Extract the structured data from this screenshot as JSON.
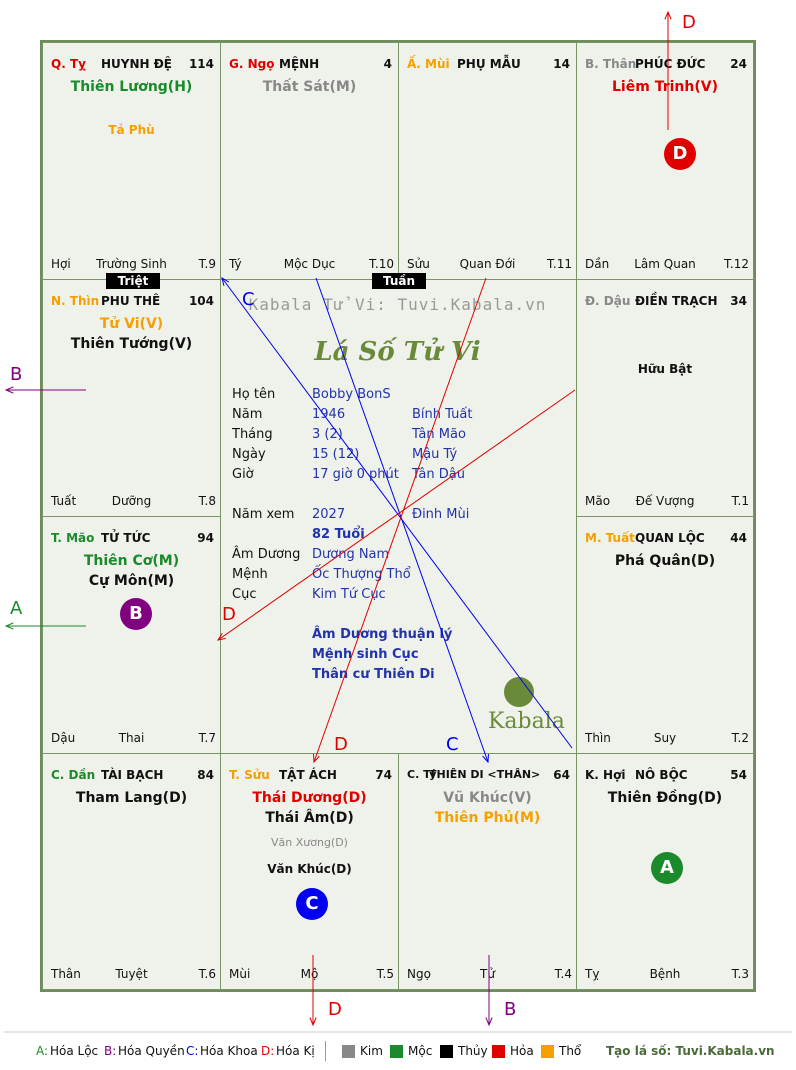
{
  "watermark": "Kabala Tử Vi: Tuvi.Kabala.vn",
  "logo_text": "Lá Số Tử Vi",
  "brand": "Kabala",
  "colors": {
    "kim": "#888888",
    "moc": "#1a8a2a",
    "thuy": "#000000",
    "hoa": "#e00000",
    "tho": "#f5a000"
  },
  "palaces": [
    {
      "branch": "Q. Tỵ",
      "branch_color": "#e00000",
      "name": "HUYNH ĐỆ",
      "num": "114",
      "stars": [
        {
          "t": "Thiên Lương(H)",
          "c": "#1a8a2a"
        }
      ],
      "minor": [
        {
          "t": "Tả Phù",
          "c": "#f5a000"
        }
      ],
      "f1": "Hợi",
      "f2": "Trường Sinh",
      "f3": "T.9"
    },
    {
      "branch": "G. Ngọ",
      "branch_color": "#e00000",
      "name": "MỆNH",
      "num": "4",
      "stars": [
        {
          "t": "Thất Sát(M)",
          "c": "#888888"
        }
      ],
      "minor": [],
      "f1": "Tý",
      "f2": "Mộc Dục",
      "f3": "T.10"
    },
    {
      "branch": "Ấ. Mùi",
      "branch_color": "#f5a000",
      "name": "PHỤ MẪU",
      "num": "14",
      "stars": [],
      "minor": [],
      "f1": "Sửu",
      "f2": "Quan Đới",
      "f3": "T.11"
    },
    {
      "branch": "B. Thân",
      "branch_color": "#888888",
      "name": "PHÚC ĐỨC",
      "num": "24",
      "stars": [
        {
          "t": "Liêm Trinh(V)",
          "c": "#e00000"
        }
      ],
      "minor": [],
      "f1": "Dần",
      "f2": "Lâm Quan",
      "f3": "T.12"
    },
    {
      "branch": "N. Thìn",
      "branch_color": "#f5a000",
      "name": "PHU THÊ",
      "num": "104",
      "stars": [
        {
          "t": "Tử Vi(V)",
          "c": "#f5a000"
        },
        {
          "t": "Thiên Tướng(V)",
          "c": "#111111"
        }
      ],
      "minor": [],
      "f1": "Tuất",
      "f2": "Dưỡng",
      "f3": "T.8"
    },
    {
      "branch": "Đ. Dậu",
      "branch_color": "#888888",
      "name": "ĐIỀN TRẠCH",
      "num": "34",
      "stars": [],
      "minor": [
        {
          "t": "Hữu Bật",
          "c": "#111111"
        }
      ],
      "f1": "Mão",
      "f2": "Đế Vượng",
      "f3": "T.1"
    },
    {
      "branch": "T. Mão",
      "branch_color": "#1a8a2a",
      "name": "TỬ TỨC",
      "num": "94",
      "stars": [
        {
          "t": "Thiên Cơ(M)",
          "c": "#1a8a2a"
        },
        {
          "t": "Cự Môn(M)",
          "c": "#111111"
        }
      ],
      "minor": [],
      "f1": "Dậu",
      "f2": "Thai",
      "f3": "T.7"
    },
    {
      "branch": "M. Tuất",
      "branch_color": "#f5a000",
      "name": "QUAN LỘC",
      "num": "44",
      "stars": [
        {
          "t": "Phá Quân(D)",
          "c": "#111111"
        }
      ],
      "minor": [],
      "f1": "Thìn",
      "f2": "Suy",
      "f3": "T.2"
    },
    {
      "branch": "C. Dần",
      "branch_color": "#1a8a2a",
      "name": "TÀI BẠCH",
      "num": "84",
      "stars": [
        {
          "t": "Tham Lang(D)",
          "c": "#111111"
        }
      ],
      "minor": [],
      "f1": "Thân",
      "f2": "Tuyệt",
      "f3": "T.6"
    },
    {
      "branch": "T. Sửu",
      "branch_color": "#f5a000",
      "name": "TẬT ÁCH",
      "num": "74",
      "stars": [
        {
          "t": "Thái Dương(D)",
          "c": "#e00000"
        },
        {
          "t": "Thái Âm(D)",
          "c": "#111111"
        }
      ],
      "minor": [
        {
          "t": "Văn Xương(D)",
          "c": "#888888"
        },
        {
          "t": "Văn Khúc(D)",
          "c": "#111111"
        }
      ],
      "f1": "Mùi",
      "f2": "Mộ",
      "f3": "T.5"
    },
    {
      "branch": "C. Tý",
      "branch_color": "#111111",
      "name": "THIÊN DI <THÂN>",
      "num": "64",
      "stars": [
        {
          "t": "Vũ Khúc(V)",
          "c": "#888888"
        },
        {
          "t": "Thiên Phủ(M)",
          "c": "#f5a000"
        }
      ],
      "minor": [],
      "f1": "Ngọ",
      "f2": "Tử",
      "f3": "T.4"
    },
    {
      "branch": "K. Hợi",
      "branch_color": "#111111",
      "name": "NÔ BỘC",
      "num": "54",
      "stars": [
        {
          "t": "Thiên Đồng(D)",
          "c": "#111111"
        }
      ],
      "minor": [],
      "f1": "Tỵ",
      "f2": "Bệnh",
      "f3": "T.3"
    }
  ],
  "tags": {
    "triet": "Triệt",
    "tuan": "Tuần"
  },
  "info": {
    "ho_ten_label": "Họ tên",
    "ho_ten": "Bobby BonS",
    "nam_label": "Năm",
    "nam": "1946",
    "nam_can": "Bính Tuất",
    "thang_label": "Tháng",
    "thang": "3  (2)",
    "thang_can": "Tân Mão",
    "ngay_label": "Ngày",
    "ngay": "15  (12)",
    "ngay_can": "Mậu Tý",
    "gio_label": "Giờ",
    "gio": "17 giờ 0 phút",
    "gio_can": "Tân Dậu",
    "nam_xem_label": "Năm xem",
    "nam_xem": "2027",
    "nam_xem_can": "Đinh Mùi",
    "tuoi": "82 Tuổi",
    "am_duong_label": "Âm Dương",
    "am_duong": "Dương Nam",
    "menh_label": "Mệnh",
    "menh": "Ốc Thượng Thổ",
    "cuc_label": "Cục",
    "cuc": "Kim Tứ Cục",
    "note1": "Âm Dương thuận lý",
    "note2": "Mệnh sinh Cục",
    "note3": "Thân cư Thiên Di"
  },
  "circles": [
    {
      "letter": "D",
      "color": "#e00000"
    },
    {
      "letter": "B",
      "color": "#800080"
    },
    {
      "letter": "C",
      "color": "#0000ee"
    },
    {
      "letter": "A",
      "color": "#1a8a2a"
    }
  ],
  "arrow_labels": {
    "top_d": "D",
    "left_b": "B",
    "left_a": "A",
    "bottom_d": "D",
    "bottom_b": "B",
    "c1": "C",
    "c2": "C",
    "d1": "D",
    "d2": "D"
  },
  "legend": {
    "a_key": "A:",
    "a_text": "Hóa Lộc",
    "b_key": "B:",
    "b_text": "Hóa Quyền",
    "c_key": "C:",
    "c_text": "Hóa Khoa",
    "d_key": "D:",
    "d_text": "Hóa Kị",
    "kim": "Kim",
    "moc": "Mộc",
    "thuy": "Thủy",
    "hoa": "Hỏa",
    "tho": "Thổ",
    "credit": "Tạo lá số: Tuvi.Kabala.vn"
  }
}
